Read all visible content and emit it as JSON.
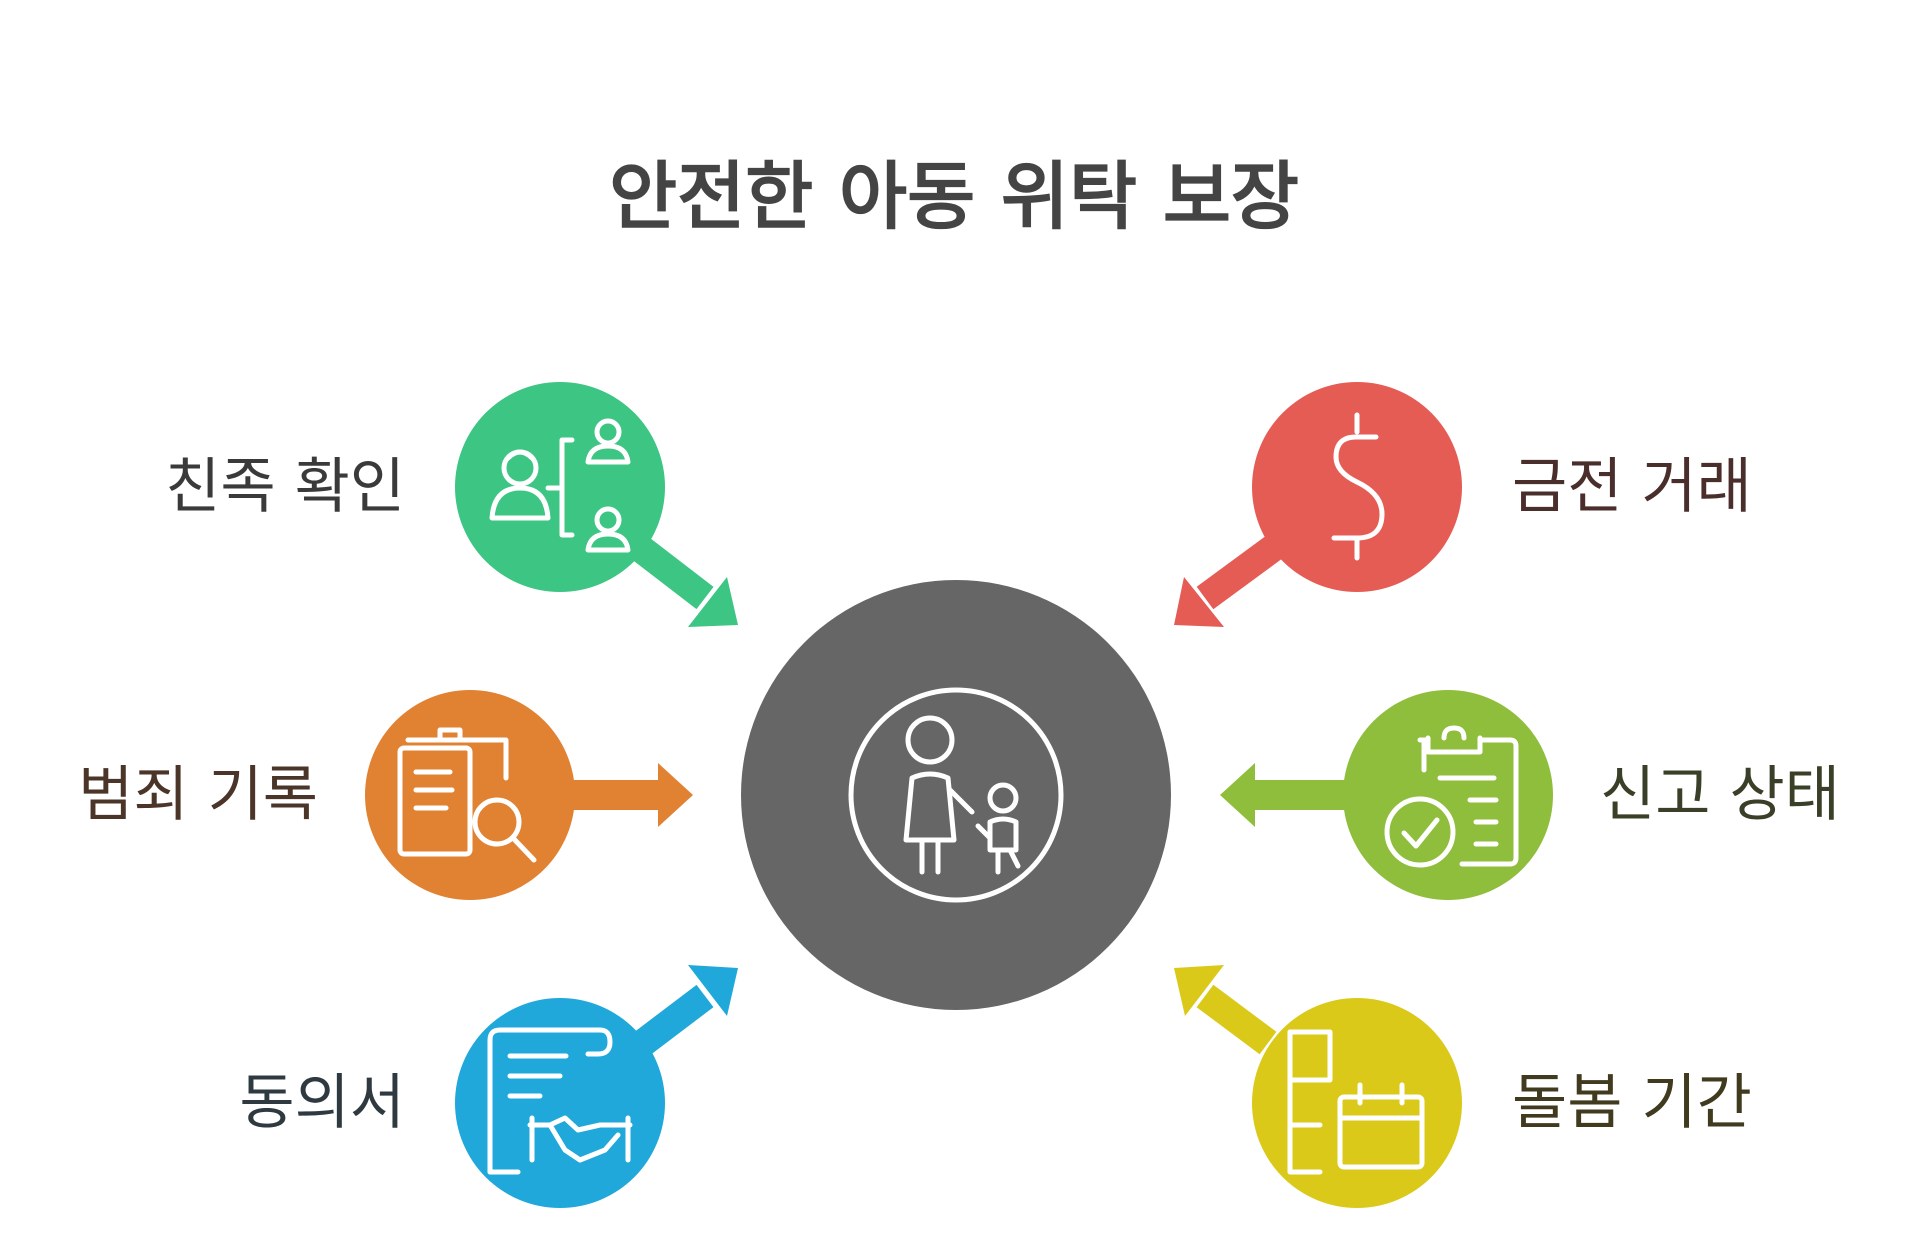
{
  "title": "안전한 아동 위탁 보장",
  "center": {
    "icon": "parent-child-icon",
    "color": "#666666"
  },
  "nodes": [
    {
      "id": "kinship",
      "label": "친족 확인",
      "color": "#3DC584",
      "icon": "family-tree-icon",
      "label_color": "#3A3A3A"
    },
    {
      "id": "criminal",
      "label": "범죄 기록",
      "color": "#E18233",
      "icon": "document-search-icon",
      "label_color": "#4A3528"
    },
    {
      "id": "consent",
      "label": "동의서",
      "color": "#20A8DB",
      "icon": "handshake-agreement-icon",
      "label_color": "#2E3A40"
    },
    {
      "id": "money",
      "label": "금전 거래",
      "color": "#E55C55",
      "icon": "dollar-icon",
      "label_color": "#4A2E2C"
    },
    {
      "id": "report",
      "label": "신고 상태",
      "color": "#8FBE3C",
      "icon": "clipboard-check-icon",
      "label_color": "#3A4028"
    },
    {
      "id": "period",
      "label": "돌봄 기간",
      "color": "#DBC91A",
      "icon": "calendar-icon",
      "label_color": "#403A1E"
    }
  ]
}
